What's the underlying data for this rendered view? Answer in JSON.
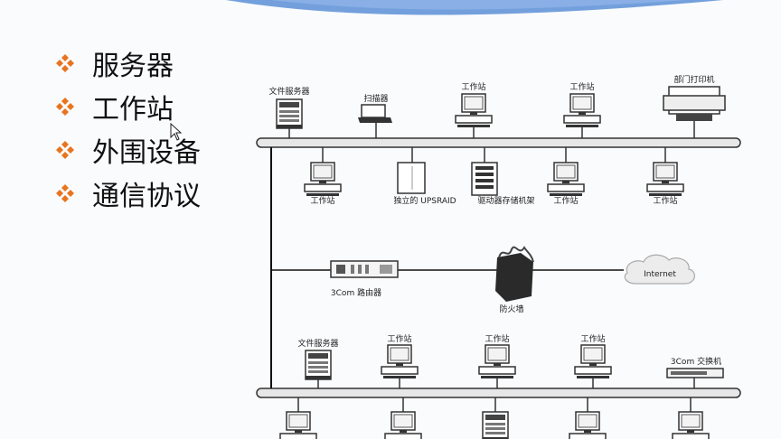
{
  "bullets": [
    "服务器",
    "工作站",
    "外围设备",
    "通信协议"
  ],
  "labels": {
    "file_server_1": "文件服务器",
    "scanner": "扫描器",
    "workstation": "工作站",
    "dept_printer": "部门打印机",
    "ups_raid": "独立的 UPSRAID",
    "hot_swap_rack": "驱动器存储机架",
    "router": "3Com 路由器",
    "firewall": "防火墙",
    "internet": "Internet",
    "file_server_2": "文件服务器",
    "switch": "3Com 交换机"
  },
  "colors": {
    "accent": "#e8741e",
    "wave": "#5b8fd6",
    "bus": "#e7e7e7"
  }
}
